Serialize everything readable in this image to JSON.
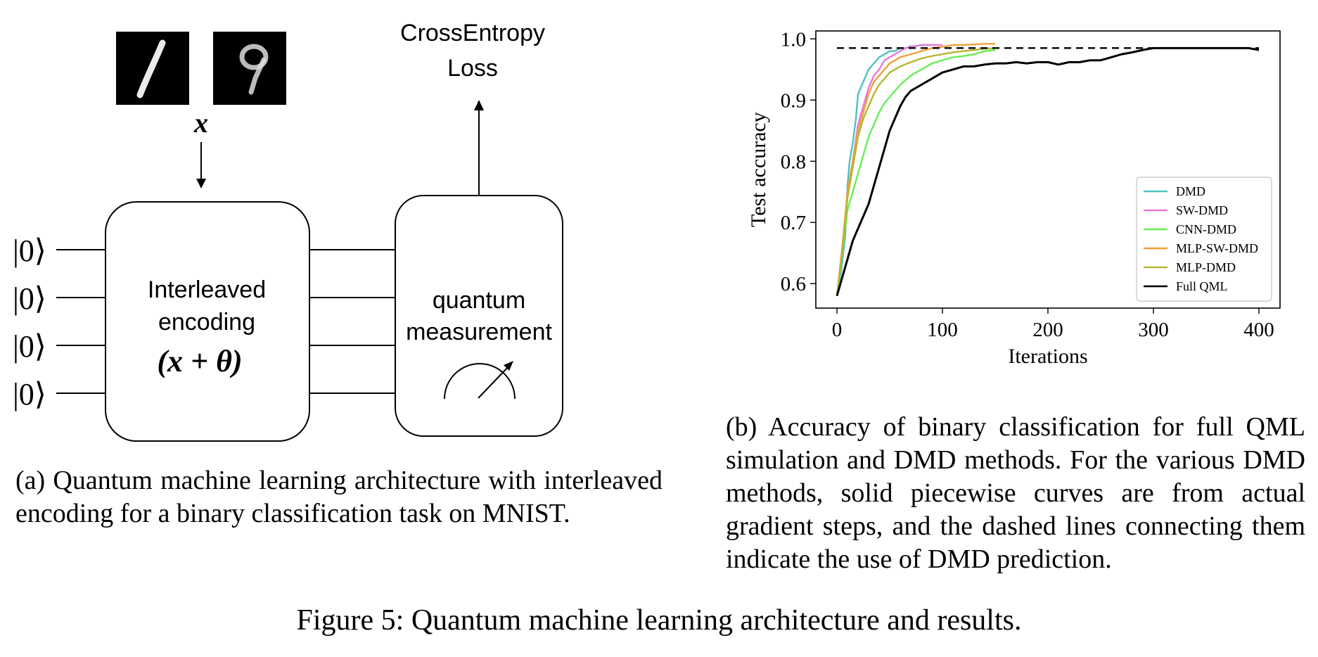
{
  "diagram": {
    "input_variable": "x",
    "ket_label": "|0⟩",
    "encoding_line1": "Interleaved",
    "encoding_line2": "encoding",
    "encoding_formula": "(x + θ)",
    "measurement_line1": "quantum",
    "measurement_line2": "measurement",
    "loss_line1": "CrossEntropy",
    "loss_line2": "Loss"
  },
  "captions": {
    "a": "(a) Quantum machine learning architecture with interleaved encoding for a binary classification task on MNIST.",
    "b": "(b) Accuracy of binary classification for full QML simulation and DMD methods. For the various DMD methods, solid piecewise curves are from actual gradient steps, and the dashed lines connecting them indicate the use of DMD prediction.",
    "figure": "Figure 5: Quantum machine learning architecture and results."
  },
  "chart_data": {
    "type": "line",
    "xlabel": "Iterations",
    "ylabel": "Test accuracy",
    "xlim": [
      -20,
      420
    ],
    "ylim": [
      0.56,
      1.013
    ],
    "xticks": [
      0,
      100,
      200,
      300,
      400
    ],
    "yticks": [
      0.6,
      0.7,
      0.8,
      0.9,
      1.0
    ],
    "ytick_labels": [
      "0.6",
      "0.7",
      "0.8",
      "0.9",
      "1.0"
    ],
    "legend_position": "lower-right",
    "reference_line": {
      "y": 0.985,
      "x": [
        0,
        400
      ],
      "style": "dashed",
      "color": "#000000"
    },
    "series": [
      {
        "name": "DMD",
        "color": "#4fc1c6",
        "x": [
          0,
          4,
          8,
          10,
          12,
          15,
          18,
          20,
          25,
          30,
          35,
          40,
          45,
          50,
          55,
          60,
          65,
          70,
          75,
          80,
          85,
          90
        ],
        "y": [
          0.58,
          0.62,
          0.68,
          0.76,
          0.8,
          0.83,
          0.87,
          0.91,
          0.93,
          0.95,
          0.96,
          0.97,
          0.975,
          0.98,
          0.98,
          0.985,
          0.985,
          0.988,
          0.988,
          0.99,
          0.99,
          0.99
        ]
      },
      {
        "name": "SW-DMD",
        "color": "#e87ad6",
        "x": [
          0,
          5,
          10,
          15,
          20,
          25,
          30,
          35,
          40,
          45,
          50,
          55,
          60,
          65,
          70,
          80,
          90,
          100
        ],
        "y": [
          0.58,
          0.65,
          0.75,
          0.8,
          0.86,
          0.89,
          0.92,
          0.94,
          0.95,
          0.965,
          0.97,
          0.975,
          0.98,
          0.985,
          0.987,
          0.99,
          0.99,
          0.99
        ]
      },
      {
        "name": "CNN-DMD",
        "color": "#66ee55",
        "x": [
          0,
          5,
          10,
          15,
          20,
          25,
          30,
          35,
          40,
          45,
          50,
          55,
          60,
          70,
          80,
          90,
          100,
          110,
          120,
          130,
          140,
          150
        ],
        "y": [
          0.58,
          0.65,
          0.72,
          0.75,
          0.78,
          0.81,
          0.84,
          0.86,
          0.88,
          0.895,
          0.905,
          0.915,
          0.925,
          0.94,
          0.95,
          0.96,
          0.965,
          0.97,
          0.972,
          0.975,
          0.98,
          0.982
        ]
      },
      {
        "name": "MLP-SW-DMD",
        "color": "#f2a03a",
        "x": [
          0,
          5,
          10,
          15,
          20,
          25,
          30,
          35,
          40,
          45,
          50,
          60,
          70,
          80,
          90,
          100,
          110,
          120,
          130,
          140,
          150
        ],
        "y": [
          0.58,
          0.66,
          0.75,
          0.8,
          0.85,
          0.88,
          0.91,
          0.93,
          0.94,
          0.95,
          0.96,
          0.97,
          0.975,
          0.98,
          0.985,
          0.987,
          0.99,
          0.99,
          0.991,
          0.992,
          0.992
        ]
      },
      {
        "name": "MLP-DMD",
        "color": "#b5b634",
        "x": [
          0,
          5,
          10,
          15,
          20,
          25,
          30,
          35,
          40,
          45,
          50,
          60,
          70,
          80,
          90,
          100,
          110,
          120,
          130,
          140,
          150
        ],
        "y": [
          0.58,
          0.65,
          0.74,
          0.79,
          0.84,
          0.87,
          0.89,
          0.91,
          0.925,
          0.935,
          0.945,
          0.955,
          0.962,
          0.968,
          0.972,
          0.975,
          0.978,
          0.98,
          0.982,
          0.984,
          0.985
        ]
      },
      {
        "name": "Full QML",
        "color": "#000000",
        "x": [
          0,
          5,
          10,
          15,
          20,
          25,
          30,
          35,
          40,
          45,
          50,
          55,
          60,
          65,
          70,
          80,
          90,
          100,
          110,
          120,
          130,
          140,
          150,
          160,
          170,
          180,
          190,
          200,
          210,
          220,
          230,
          240,
          250,
          260,
          270,
          280,
          290,
          300,
          310,
          320,
          330,
          340,
          350,
          360,
          370,
          380,
          390,
          400
        ],
        "y": [
          0.58,
          0.61,
          0.64,
          0.67,
          0.69,
          0.71,
          0.73,
          0.76,
          0.79,
          0.82,
          0.85,
          0.87,
          0.89,
          0.905,
          0.915,
          0.925,
          0.935,
          0.945,
          0.95,
          0.955,
          0.955,
          0.958,
          0.96,
          0.96,
          0.962,
          0.96,
          0.962,
          0.962,
          0.958,
          0.962,
          0.962,
          0.965,
          0.965,
          0.97,
          0.975,
          0.978,
          0.982,
          0.985,
          0.985,
          0.985,
          0.985,
          0.985,
          0.985,
          0.985,
          0.985,
          0.985,
          0.985,
          0.982
        ]
      }
    ]
  }
}
